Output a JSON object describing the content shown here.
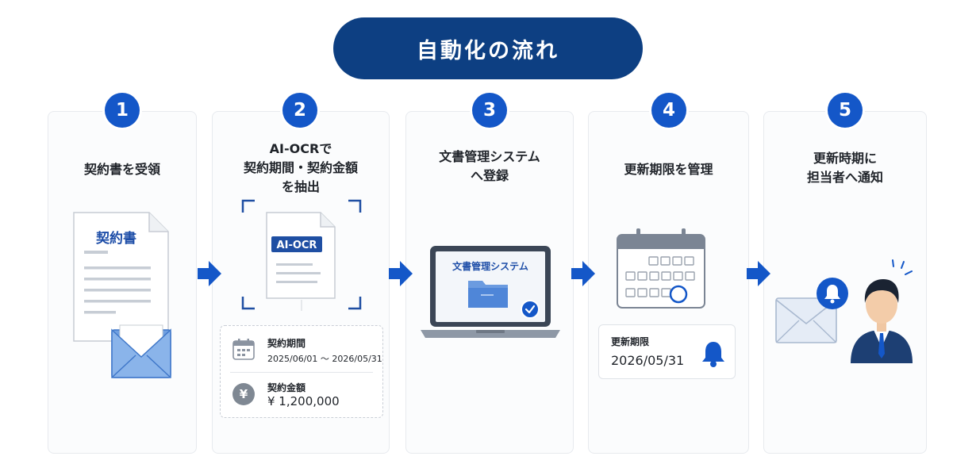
{
  "title": "自動化の流れ",
  "steps": [
    {
      "number": "1",
      "label_lines": [
        "契約書を受領"
      ],
      "doc_title": "契約書"
    },
    {
      "number": "2",
      "label_lines": [
        "AI-OCRで",
        "契約期間・契約金額",
        "を抽出"
      ],
      "doc_tag": "AI-OCR"
    },
    {
      "number": "3",
      "label_lines": [
        "文書管理システム",
        "へ登録"
      ],
      "screen_title": "文書管理システム"
    },
    {
      "number": "4",
      "label_lines": [
        "更新期限を管理"
      ]
    },
    {
      "number": "5",
      "label_lines": [
        "更新時期に",
        "担当者へ通知"
      ]
    }
  ],
  "extract": {
    "period_label": "契約期間",
    "period_value": "2025/06/01 ～ 2026/05/31",
    "amount_label": "契約金額",
    "amount_value": "¥ 1,200,000",
    "yen_symbol": "¥"
  },
  "renewal": {
    "label": "更新期限",
    "value": "2026/05/31"
  },
  "colors": {
    "title_bg": "#0d3f82",
    "accent": "#1457c8",
    "arrow": "#1457c8"
  }
}
